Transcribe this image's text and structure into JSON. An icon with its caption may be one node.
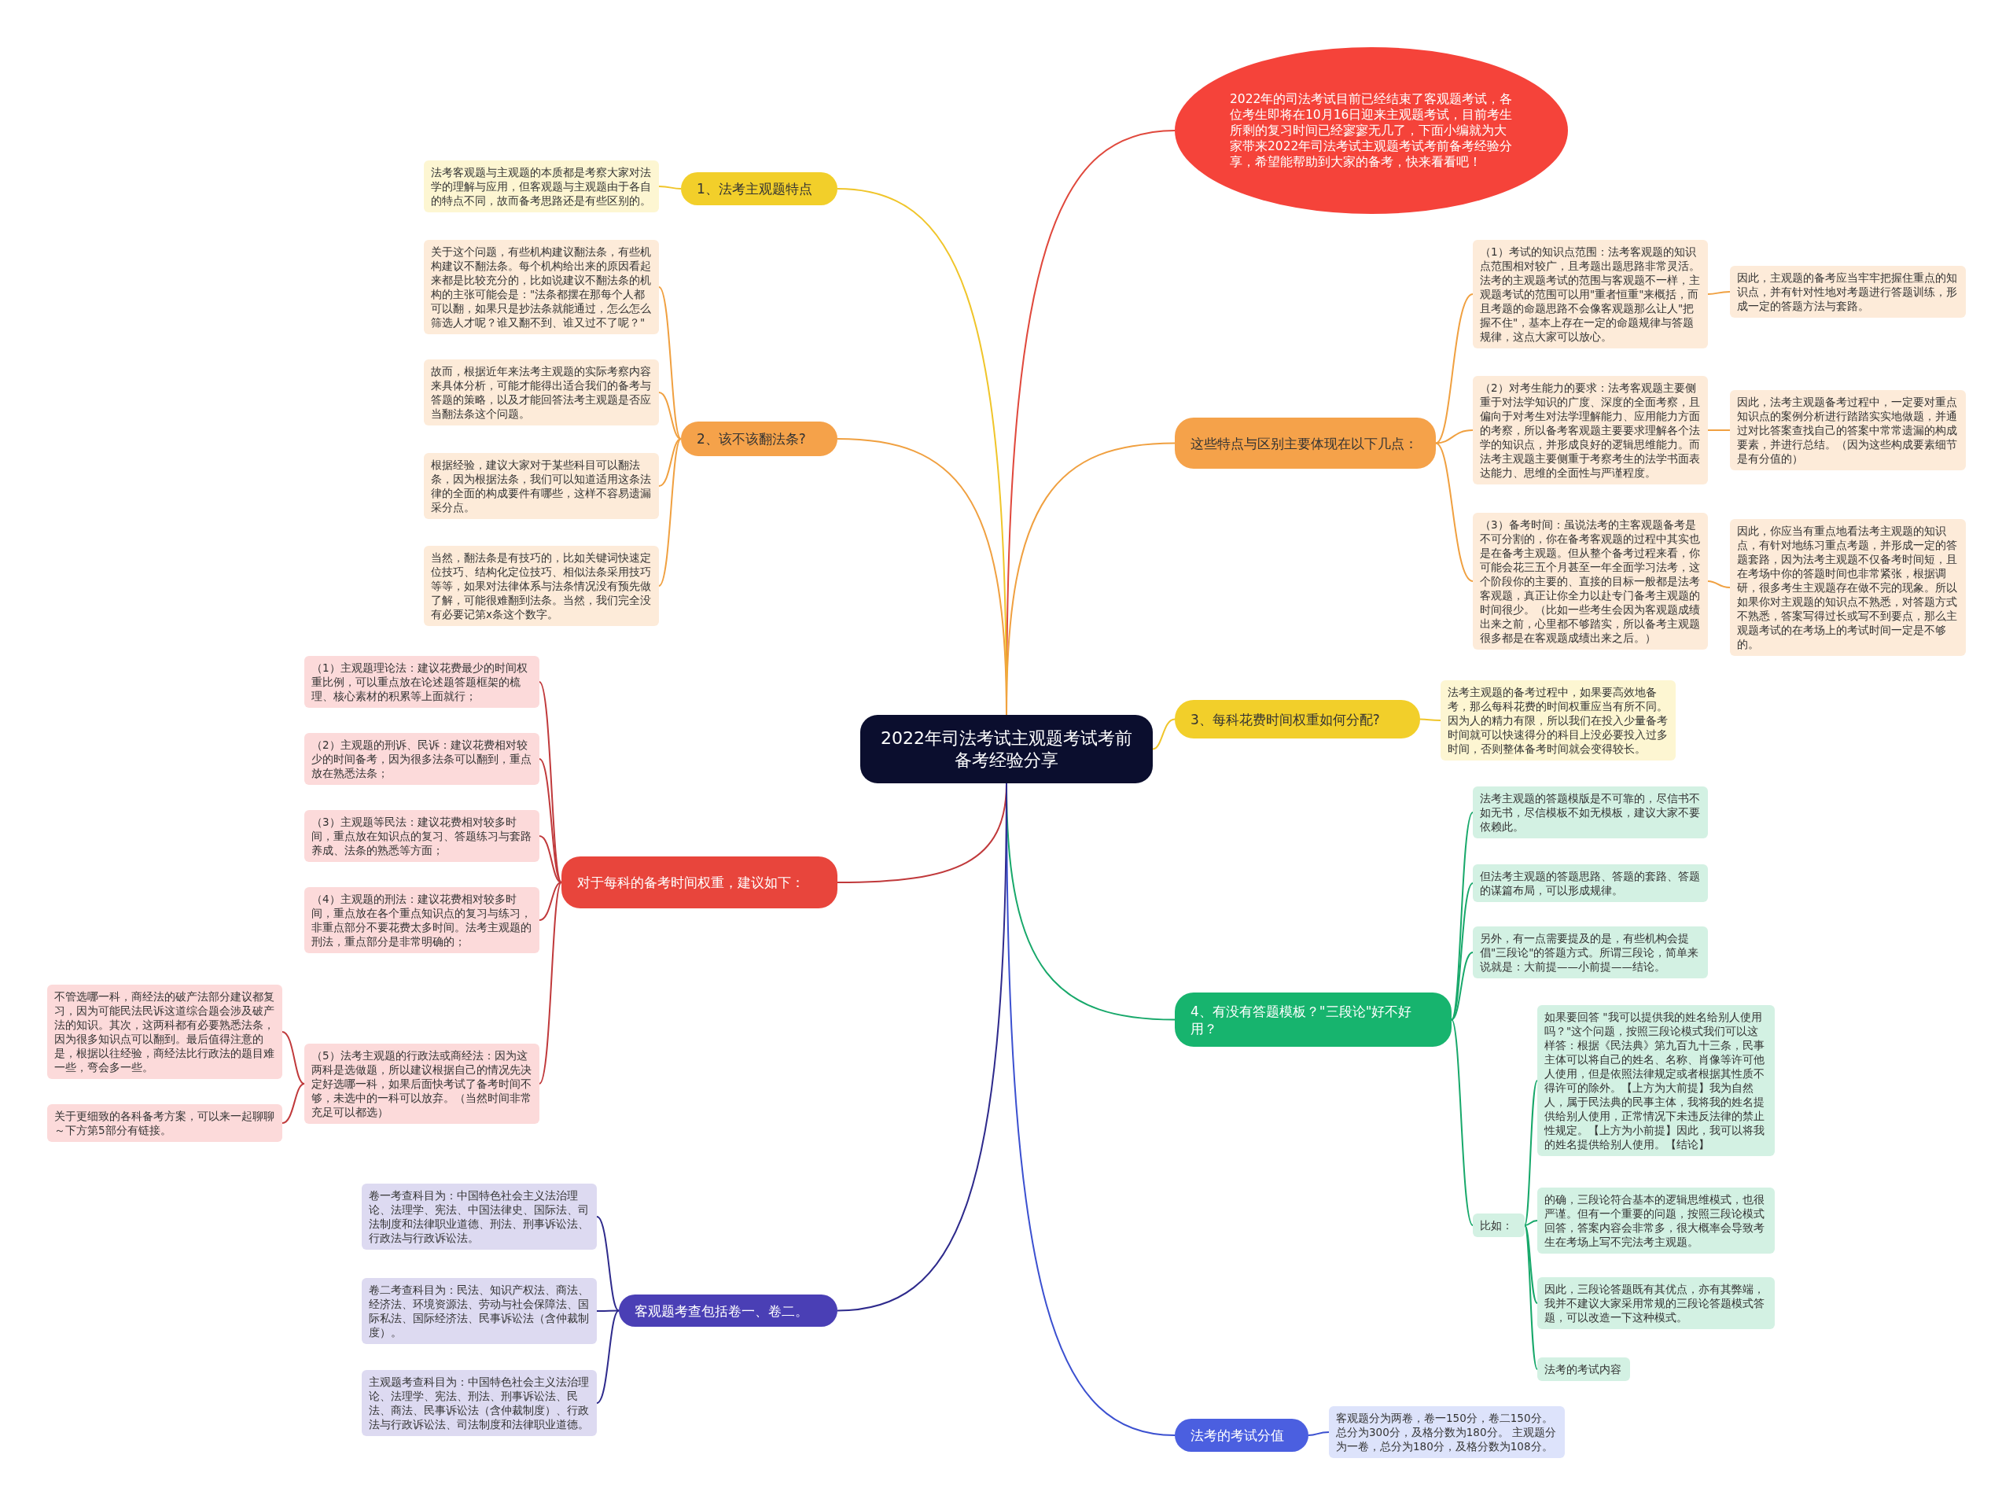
{
  "diagram": {
    "nodes": [
      {
        "text": [
          "2022年司法考试主观题考试考前备考经验分享"
        ]
      },
      {
        "text": [
          "2022年的司法考试目前已经结束了客观题考试，各位考生即将在10月16日迎来主观题考试，目前考生所剩的复习时间已经寥寥无几了，下面小编就为大家带来2022年司法考试主观题考试考前备考经验分享，希望能帮助到大家的备考，快来看看吧！"
        ]
      },
      {
        "text": [
          "这些特点与区别主要体现在以下几点："
        ]
      },
      {
        "text": [
          "（1）考试的知识点范围：法考客观题的知识点范围相对较广，且考题出题思路非常灵活。法考的主观题考试的范围与客观题不一样，主观题考试的范围可以用\"重者恒重\"来概括，而且考题的命题思路不会像客观题那么让人\"把握不住\"，基本上存在一定的命题规律与答题规律，这点大家可以放心。"
        ]
      },
      {
        "text": [
          "因此，主观题的备考应当牢牢把握住重点的知识点，并有针对性地对考题进行答题训练，形成一定的答题方法与套路。"
        ]
      },
      {
        "text": [
          "（2）对考生能力的要求：法考客观题主要侧重于对法学知识的广度、深度的全面考察，且偏向于对考生对法学理解能力、应用能力方面的考察，所以备考客观题主要要求理解各个法学的知识点，并形成良好的逻辑思维能力。而法考主观题主要侧重于考察考生的法学书面表达能力、思维的全面性与严谨程度。"
        ]
      },
      {
        "text": [
          "因此，法考主观题备考过程中，一定要对重点知识点的案例分析进行踏踏实实地做题，并通过对比答案查找自己的答案中常常遗漏的构成要素，并进行总结。（因为这些构成要素细节是有分值的）"
        ]
      },
      {
        "text": [
          "（3）备考时间：虽说法考的主客观题备考是不可分割的，你在备考客观题的过程中其实也是在备考主观题。但从整个备考过程来看，你可能会花三五个月甚至一年全面学习法考，这个阶段你的主要的、直接的目标一般都是法考客观题，真正让你全力以赴专门备考主观题的时间很少。（比如一些考生会因为客观题成绩出来之前，心里都不够踏实，所以备考主观题很多都是在客观题成绩出来之后。）"
        ]
      },
      {
        "text": [
          "因此，你应当有重点地看法考主观题的知识点，有针对地练习重点考题，并形成一定的答题套路，因为法考主观题不仅备考时间短，且在考场中你的答题时间也非常紧张，根据调研，很多考生主观题存在做不完的现象。所以如果你对主观题的知识点不熟悉，对答题方式不熟悉，答案写得过长或写不到要点，那么主观题考试的在考场上的考试时间一定是不够的。"
        ]
      },
      {
        "text": [
          "3、每科花费时间权重如何分配?"
        ]
      },
      {
        "text": [
          "法考主观题的备考过程中，如果要高效地备考，那么每科花费的时间权重应当有所不同。因为人的精力有限，所以我们在投入少量备考时间就可以快速得分的科目上没必要投入过多时间，否则整体备考时间就会变得较长。"
        ]
      },
      {
        "text": [
          "4、有没有答题模板？\"三段论\"好不好用？"
        ]
      },
      {
        "text": [
          "法考主观题的答题模版是不可靠的，尽信书不如无书，尽信模板不如无模板，建议大家不要依赖此。"
        ]
      },
      {
        "text": [
          "但法考主观题的答题思路、答题的套路、答题的谋篇布局，可以形成规律。"
        ]
      },
      {
        "text": [
          "另外，有一点需要提及的是，有些机构会提倡\"三段论\"的答题方式。所谓三段论，简单来说就是：大前提——小前提——结论。"
        ]
      },
      {
        "text": [
          "比如："
        ]
      },
      {
        "text": [
          "如果要回答 \"我可以提供我的姓名给别人使用吗？\"这个问题，按照三段论模式我们可以这样答：根据《民法典》第九百九十三条，民事主体可以将自己的姓名、名称、肖像等许可他人使用，但是依照法律规定或者根据其性质不得许可的除外。【上方为大前提】我为自然人，属于民法典的民事主体，我将我的姓名提供给别人使用，正常情况下未违反法律的禁止性规定。【上方为小前提】因此，我可以将我的姓名提供给别人使用。【结论】"
        ]
      },
      {
        "text": [
          "的确，三段论符合基本的逻辑思维模式，也很严谨。但有一个重要的问题，按照三段论模式回答，答案内容会非常多，很大概率会导致考生在考场上写不完法考主观题。"
        ]
      },
      {
        "text": [
          "因此，三段论答题既有其优点，亦有其弊端，我并不建议大家采用常规的三段论答题模式答题，可以改造一下这种模式。"
        ]
      },
      {
        "text": [
          "法考的考试内容"
        ]
      },
      {
        "text": [
          "法考的考试分值"
        ]
      },
      {
        "text": [
          "客观题分为两卷，卷一150分，卷二150分。总分为300分，及格分数为180分。 主观题分为一卷，总分为180分，及格分数为108分。"
        ]
      },
      {
        "text": [
          "1、法考主观题特点"
        ]
      },
      {
        "text": [
          "法考客观题与主观题的本质都是考察大家对法学的理解与应用，但客观题与主观题由于各自的特点不同，故而备考思路还是有些区别的。"
        ]
      },
      {
        "text": [
          "2、该不该翻法条?"
        ]
      },
      {
        "text": [
          "关于这个问题，有些机构建议翻法条，有些机构建议不翻法条。每个机构给出来的原因看起来都是比较充分的，比如说建议不翻法条的机构的主张可能会是：\"法条都摆在那每个人都可以翻，如果只是抄法条就能通过，怎么怎么筛选人才呢？谁又翻不到、谁又过不了呢？\""
        ]
      },
      {
        "text": [
          "故而，根据近年来法考主观题的实际考察内容来具体分析，可能才能得出适合我们的备考与答题的策略，以及才能回答法考主观题是否应当翻法条这个问题。"
        ]
      },
      {
        "text": [
          "根据经验，建议大家对于某些科目可以翻法条，因为根据法条，我们可以知道适用这条法律的全面的构成要件有哪些，这样不容易遗漏采分点。"
        ]
      },
      {
        "text": [
          "当然，翻法条是有技巧的，比如关键词快速定位技巧、结构化定位技巧、相似法条采用技巧等等，如果对法律体系与法条情况没有预先做了解，可能很难翻到法条。当然，我们完全没有必要记第x条这个数字。"
        ]
      },
      {
        "text": [
          "对于每科的备考时间权重，建议如下："
        ]
      },
      {
        "text": [
          "（1）主观题理论法：建议花费最少的时间权重比例，可以重点放在论述题答题框架的梳理、核心素材的积累等上面就行；"
        ]
      },
      {
        "text": [
          "（2）主观题的刑诉、民诉：建议花费相对较少的时间备考，因为很多法条可以翻到，重点放在熟悉法条；"
        ]
      },
      {
        "text": [
          "（3）主观题等民法：建议花费相对较多时间，重点放在知识点的复习、答题练习与套路养成、法条的熟悉等方面；"
        ]
      },
      {
        "text": [
          "（4）主观题的刑法：建议花费相对较多时间，重点放在各个重点知识点的复习与练习，非重点部分不要花费太多时间。法考主观题的刑法，重点部分是非常明确的；"
        ]
      },
      {
        "text": [
          "（5）法考主观题的行政法或商经法：因为这两科是选做题，所以建议根据自己的情况先决定好选哪一科，如果后面快考试了备考时间不够，未选中的一科可以放弃。（当然时间非常充足可以都选）"
        ]
      },
      {
        "text": [
          "不管选哪一科，商经法的破产法部分建议都复习，因为可能民法民诉这道综合题会涉及破产法的知识。其次，这两科都有必要熟悉法条，因为很多知识点可以翻到。最后值得注意的是，根据以往经验，商经法比行政法的题目难一些，弯会多一些。"
        ]
      },
      {
        "text": [
          "关于更细致的各科备考方案，可以来一起聊聊～下方第5部分有链接。"
        ]
      },
      {
        "text": [
          "客观题考查包括卷一、卷二。"
        ]
      },
      {
        "text": [
          "卷一考查科目为：中国特色社会主义法治理论、法理学、宪法、中国法律史、国际法、司法制度和法律职业道德、刑法、刑事诉讼法、行政法与行政诉讼法。"
        ]
      },
      {
        "text": [
          "卷二考查科目为：民法、知识产权法、商法、经济法、环境资源法、劳动与社会保障法、国际私法、国际经济法、民事诉讼法（含仲裁制度）。"
        ]
      },
      {
        "text": [
          "主观题考查科目为：中国特色社会主义法治理论、法理学、宪法、刑法、刑事诉讼法、民法、商法、民事诉讼法（含仲裁制度）、行政法与行政诉讼法、司法制度和法律职业道德。"
        ]
      }
    ],
    "edges": [
      {
        "from": 0,
        "to": 1,
        "arrow": "none",
        "color": "#e0483c"
      },
      {
        "from": 0,
        "to": 2,
        "arrow": "none",
        "color": "#f0a040"
      },
      {
        "from": 2,
        "to": 3,
        "arrow": "none",
        "color": "#f0a040"
      },
      {
        "from": 3,
        "to": 4,
        "arrow": "none",
        "color": "#f0a040"
      },
      {
        "from": 2,
        "to": 5,
        "arrow": "none",
        "color": "#f0a040"
      },
      {
        "from": 5,
        "to": 6,
        "arrow": "none",
        "color": "#f0a040"
      },
      {
        "from": 2,
        "to": 7,
        "arrow": "none",
        "color": "#f0a040"
      },
      {
        "from": 7,
        "to": 8,
        "arrow": "none",
        "color": "#f0a040"
      },
      {
        "from": 0,
        "to": 9,
        "arrow": "none",
        "color": "#f0c52a"
      },
      {
        "from": 9,
        "to": 10,
        "arrow": "none",
        "color": "#f0c52a"
      },
      {
        "from": 0,
        "to": 11,
        "arrow": "none",
        "color": "#17a86a"
      },
      {
        "from": 11,
        "to": 12,
        "arrow": "none",
        "color": "#17a86a"
      },
      {
        "from": 11,
        "to": 13,
        "arrow": "none",
        "color": "#17a86a"
      },
      {
        "from": 11,
        "to": 14,
        "arrow": "none",
        "color": "#17a86a"
      },
      {
        "from": 11,
        "to": 15,
        "arrow": "none",
        "color": "#17a86a"
      },
      {
        "from": 15,
        "to": 16,
        "arrow": "none",
        "color": "#17a86a"
      },
      {
        "from": 15,
        "to": 17,
        "arrow": "none",
        "color": "#17a86a"
      },
      {
        "from": 15,
        "to": 18,
        "arrow": "none",
        "color": "#17a86a"
      },
      {
        "from": 15,
        "to": 19,
        "arrow": "none",
        "color": "#17a86a"
      },
      {
        "from": 0,
        "to": 20,
        "arrow": "none",
        "color": "#3b50d0"
      },
      {
        "from": 20,
        "to": 21,
        "arrow": "none",
        "color": "#3b50d0"
      },
      {
        "from": 0,
        "to": 22,
        "arrow": "none",
        "color": "#f0c52a"
      },
      {
        "from": 22,
        "to": 23,
        "arrow": "none",
        "color": "#f0c52a"
      },
      {
        "from": 0,
        "to": 24,
        "arrow": "none",
        "color": "#f0a040"
      },
      {
        "from": 24,
        "to": 25,
        "arrow": "none",
        "color": "#f0a040"
      },
      {
        "from": 24,
        "to": 26,
        "arrow": "none",
        "color": "#f0a040"
      },
      {
        "from": 24,
        "to": 27,
        "arrow": "none",
        "color": "#f0a040"
      },
      {
        "from": 24,
        "to": 28,
        "arrow": "none",
        "color": "#f0a040"
      },
      {
        "from": 0,
        "to": 29,
        "arrow": "none",
        "color": "#c0393b"
      },
      {
        "from": 29,
        "to": 30,
        "arrow": "none",
        "color": "#c0393b"
      },
      {
        "from": 29,
        "to": 31,
        "arrow": "none",
        "color": "#c0393b"
      },
      {
        "from": 29,
        "to": 32,
        "arrow": "none",
        "color": "#c0393b"
      },
      {
        "from": 29,
        "to": 33,
        "arrow": "none",
        "color": "#c0393b"
      },
      {
        "from": 29,
        "to": 34,
        "arrow": "none",
        "color": "#c0393b"
      },
      {
        "from": 34,
        "to": 35,
        "arrow": "none",
        "color": "#c0393b"
      },
      {
        "from": 34,
        "to": 36,
        "arrow": "none",
        "color": "#c0393b"
      },
      {
        "from": 0,
        "to": 37,
        "arrow": "none",
        "color": "#2e2a8c"
      },
      {
        "from": 37,
        "to": 38,
        "arrow": "none",
        "color": "#2e2a8c"
      },
      {
        "from": 37,
        "to": 39,
        "arrow": "none",
        "color": "#2e2a8c"
      },
      {
        "from": 37,
        "to": 40,
        "arrow": "none",
        "color": "#2e2a8c"
      }
    ]
  }
}
